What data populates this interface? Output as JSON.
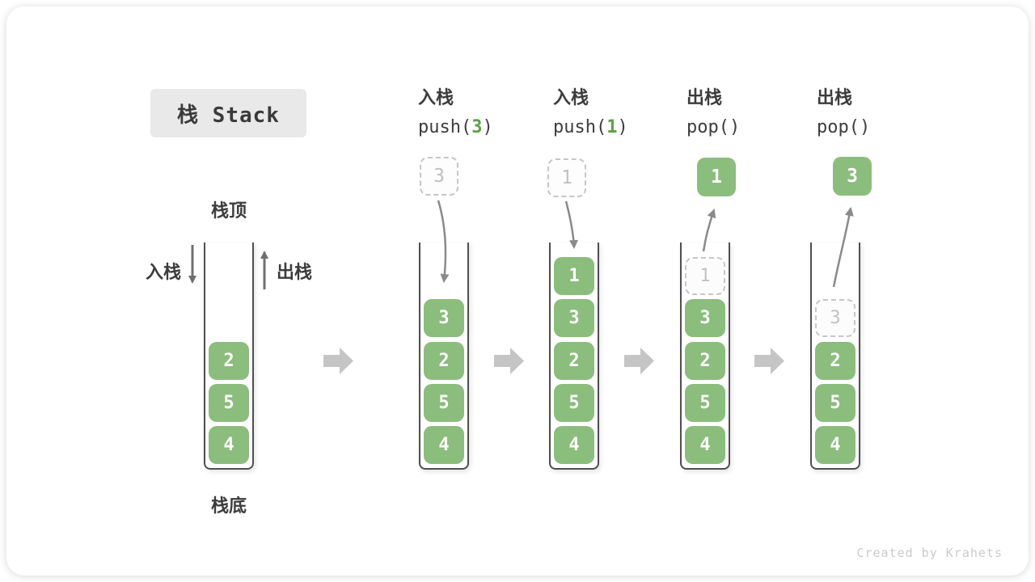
{
  "title": "栈 Stack",
  "watermark": "Created by Krahets",
  "labels": {
    "stack_top": "栈顶",
    "stack_bottom": "栈底",
    "push": "入栈",
    "pop": "出栈"
  },
  "operations": [
    {
      "name": "入栈",
      "code_pre": "push(",
      "code_arg": "3",
      "code_post": ")"
    },
    {
      "name": "入栈",
      "code_pre": "push(",
      "code_arg": "1",
      "code_post": ")"
    },
    {
      "name": "出栈",
      "code_pre": "pop()",
      "code_arg": "",
      "code_post": ""
    },
    {
      "name": "出栈",
      "code_pre": "pop()",
      "code_arg": "",
      "code_post": ""
    }
  ],
  "floating_values": [
    {
      "value": "3",
      "style": "dashed"
    },
    {
      "value": "1",
      "style": "dashed"
    },
    {
      "value": "1",
      "style": "solid"
    },
    {
      "value": "3",
      "style": "solid"
    }
  ],
  "stacks": [
    {
      "cells": [
        {
          "value": "2",
          "type": "solid"
        },
        {
          "value": "5",
          "type": "solid"
        },
        {
          "value": "4",
          "type": "solid"
        }
      ]
    },
    {
      "cells": [
        {
          "value": "3",
          "type": "solid"
        },
        {
          "value": "2",
          "type": "solid"
        },
        {
          "value": "5",
          "type": "solid"
        },
        {
          "value": "4",
          "type": "solid"
        }
      ]
    },
    {
      "cells": [
        {
          "value": "1",
          "type": "solid"
        },
        {
          "value": "3",
          "type": "solid"
        },
        {
          "value": "2",
          "type": "solid"
        },
        {
          "value": "5",
          "type": "solid"
        },
        {
          "value": "4",
          "type": "solid"
        }
      ]
    },
    {
      "cells": [
        {
          "value": "1",
          "type": "ghost"
        },
        {
          "value": "3",
          "type": "solid"
        },
        {
          "value": "2",
          "type": "solid"
        },
        {
          "value": "5",
          "type": "solid"
        },
        {
          "value": "4",
          "type": "solid"
        }
      ]
    },
    {
      "cells": [
        {
          "value": "3",
          "type": "ghost"
        },
        {
          "value": "2",
          "type": "solid"
        },
        {
          "value": "5",
          "type": "solid"
        },
        {
          "value": "4",
          "type": "solid"
        }
      ]
    }
  ],
  "colors": {
    "cell_green": "#8bbd7d",
    "code_green": "#5ba043",
    "text_dark": "#3c3c3c",
    "curve_arrow_gray": "#8a8a8a",
    "block_arrow_gray": "#c5c5c5",
    "ghost_gray": "#c6c6c6",
    "watermark_gray": "#cbcbcb"
  }
}
